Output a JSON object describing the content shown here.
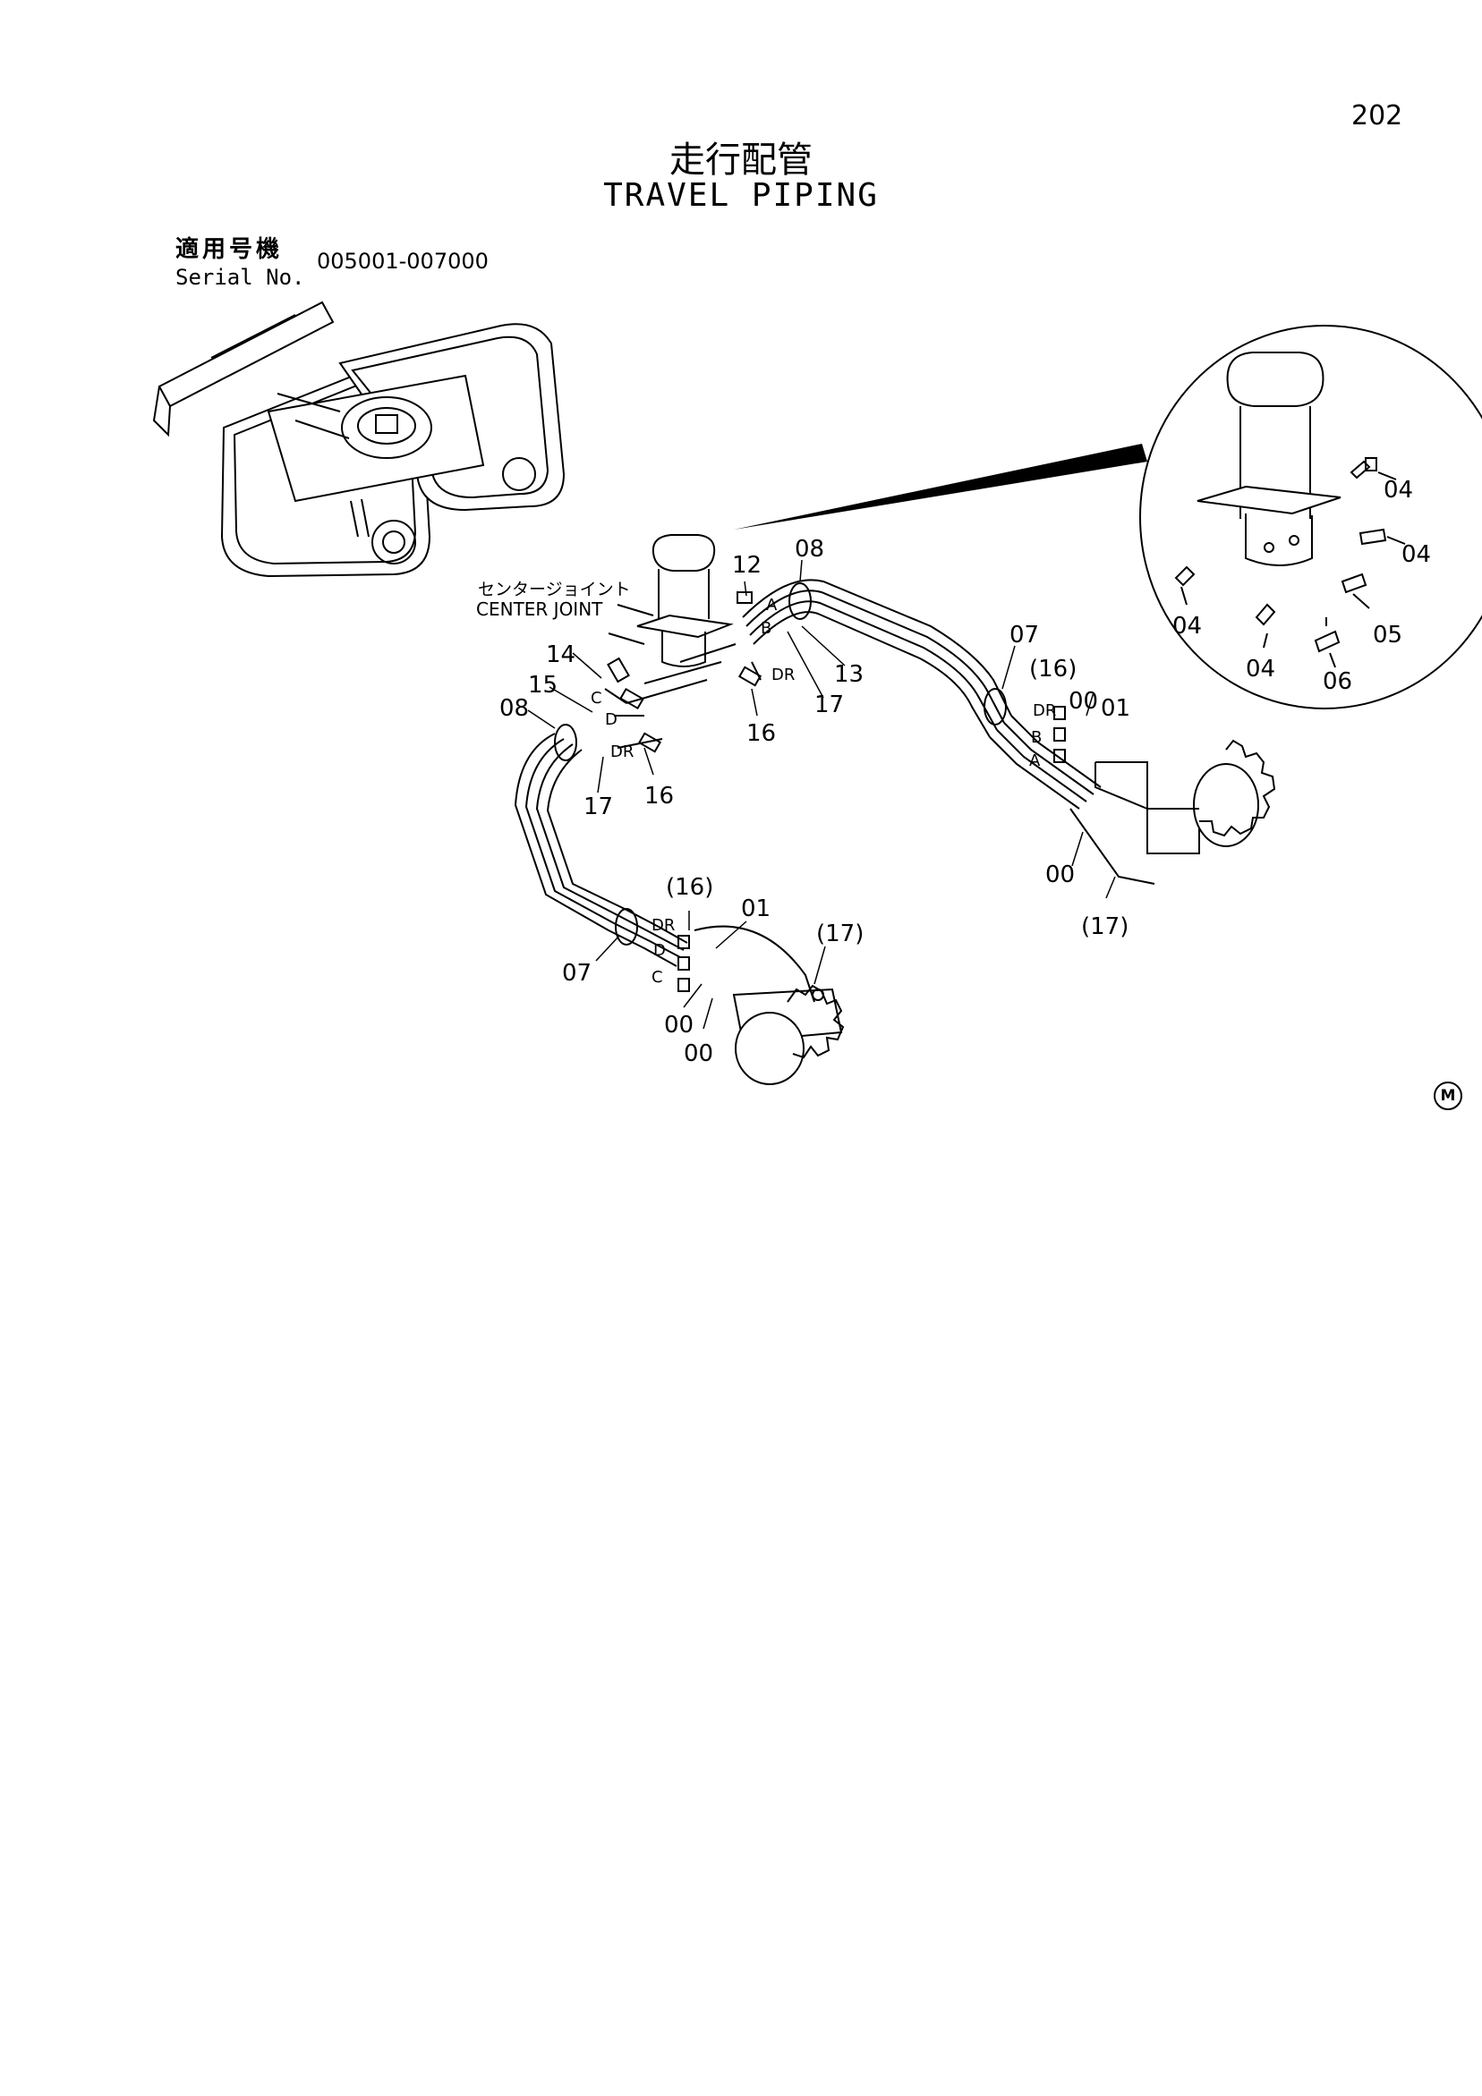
{
  "header": {
    "page_number": "202",
    "title_ja": "走行配管",
    "title_en": "TRAVEL PIPING"
  },
  "serial": {
    "label_ja": "適用号機",
    "label_en": "Serial No.",
    "value": "005001-007000"
  },
  "center_joint": {
    "label_ja": "センタージョイント",
    "label_en": "CENTER JOINT"
  },
  "part_labels": {
    "p12": "12",
    "p08_top": "08",
    "p14": "14",
    "p15": "15",
    "p08_left": "08",
    "p13": "13",
    "p17_a": "17",
    "p16_a": "16",
    "p17_b": "17",
    "p16_b": "16",
    "p07_right": "07",
    "p16_right": "(16)",
    "p00_right_a": "00",
    "p01_right": "01",
    "p00_right_b": "00",
    "p17_right": "(17)",
    "p16_bottom": "(16)",
    "p01_bottom": "01",
    "p17_bottom": "(17)",
    "p07_bottom": "07",
    "p00_bottom_a": "00",
    "p00_bottom_b": "00",
    "inset_04_a": "04",
    "inset_04_b": "04",
    "inset_04_c": "04",
    "inset_05": "05",
    "inset_04_d": "04",
    "inset_06": "06"
  },
  "port_letters": {
    "a_top": "A",
    "b_top": "B",
    "dr_top": "DR",
    "c_left": "C",
    "d_left": "D",
    "dr_left": "DR",
    "dr_right": "DR",
    "b_right": "B",
    "a_right": "A",
    "dr_bottom": "DR",
    "d_bottom": "D",
    "c_bottom": "C"
  },
  "footer": {
    "mark": "M"
  }
}
